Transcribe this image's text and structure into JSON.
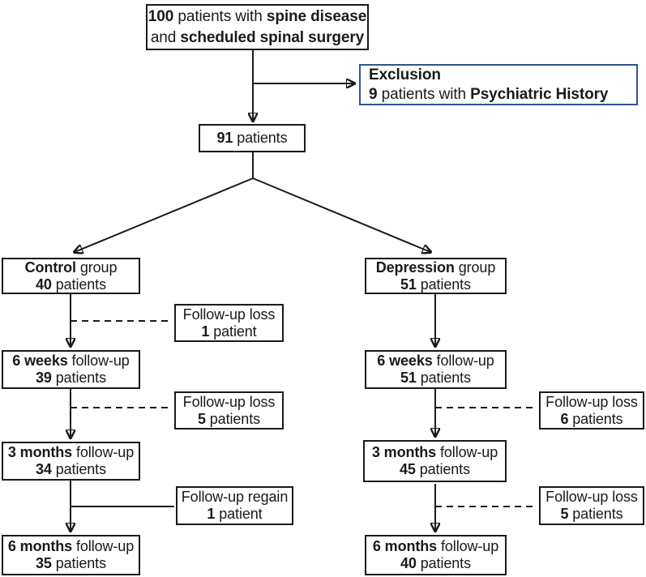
{
  "figure": {
    "type": "patient-flow-diagram",
    "description": "Enrollment and follow-up flowchart of spine surgery patients split into Control and Depression groups",
    "colors": {
      "box_border": "#1a1a1a",
      "exclusion_border": "#2e5496",
      "line": "#1a1a1a",
      "background": "#ffffff",
      "text": "#1a1a1a"
    }
  },
  "boxes": {
    "enrollment": {
      "l1": [
        "100",
        " patients with ",
        "spine disease"
      ],
      "l2": [
        "and ",
        "scheduled spinal surgery"
      ]
    },
    "exclusion": {
      "l1": [
        "Exclusion"
      ],
      "l2": [
        "9",
        " patients with ",
        "Psychiatric History"
      ]
    },
    "eligible": {
      "l1": [
        "91",
        " patients"
      ]
    },
    "control_group": {
      "l1": [
        "Control",
        " group"
      ],
      "l2": [
        "40",
        " patients"
      ]
    },
    "depression_group": {
      "l1": [
        "Depression",
        " group"
      ],
      "l2": [
        "51",
        " patients"
      ]
    },
    "control_loss_1": {
      "l1": [
        "Follow-up loss"
      ],
      "l2": [
        "1",
        " patient"
      ]
    },
    "control_6w": {
      "l1": [
        "6 weeks",
        " follow-up"
      ],
      "l2": [
        "39",
        " patients"
      ]
    },
    "control_loss_2": {
      "l1": [
        "Follow-up loss"
      ],
      "l2": [
        "5",
        " patients"
      ]
    },
    "control_3m": {
      "l1": [
        "3 months",
        " follow-up"
      ],
      "l2": [
        "34",
        " patients"
      ]
    },
    "control_regain": {
      "l1": [
        "Follow-up regain"
      ],
      "l2": [
        "1",
        " patient"
      ]
    },
    "control_6m": {
      "l1": [
        "6 months",
        " follow-up"
      ],
      "l2": [
        "35",
        " patients"
      ]
    },
    "depression_6w": {
      "l1": [
        "6 weeks",
        " follow-up"
      ],
      "l2": [
        "51",
        " patients"
      ]
    },
    "depression_loss_1": {
      "l1": [
        "Follow-up loss"
      ],
      "l2": [
        "6",
        " patients"
      ]
    },
    "depression_3m": {
      "l1": [
        "3 months",
        " follow-up"
      ],
      "l2": [
        "45",
        " patients"
      ]
    },
    "depression_loss_2": {
      "l1": [
        "Follow-up loss"
      ],
      "l2": [
        "5",
        " patients"
      ]
    },
    "depression_6m": {
      "l1": [
        "6 months",
        " follow-up"
      ],
      "l2": [
        "40",
        " patients"
      ]
    }
  }
}
